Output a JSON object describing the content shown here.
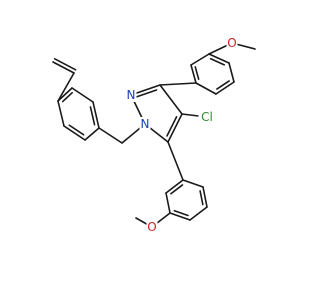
{
  "molecule": {
    "atoms": [
      {
        "id": "n1",
        "element": "N",
        "label": "N",
        "color": "#1f3fbf"
      },
      {
        "id": "n2",
        "element": "N",
        "label": "N",
        "color": "#1f3fbf"
      },
      {
        "id": "c3",
        "element": "C",
        "label": ""
      },
      {
        "id": "c4",
        "element": "C",
        "label": ""
      },
      {
        "id": "c5",
        "element": "C",
        "label": ""
      },
      {
        "id": "cl",
        "element": "Cl",
        "label": "Cl",
        "color": "#2e8b2e"
      },
      {
        "id": "ch2",
        "element": "C",
        "label": ""
      },
      {
        "id": "a1",
        "element": "C",
        "label": ""
      },
      {
        "id": "a2",
        "element": "C",
        "label": ""
      },
      {
        "id": "a3",
        "element": "C",
        "label": ""
      },
      {
        "id": "a4",
        "element": "C",
        "label": ""
      },
      {
        "id": "a5",
        "element": "C",
        "label": ""
      },
      {
        "id": "a6",
        "element": "C",
        "label": ""
      },
      {
        "id": "v1",
        "element": "C",
        "label": ""
      },
      {
        "id": "v2",
        "element": "C",
        "label": ""
      },
      {
        "id": "b1",
        "element": "C",
        "label": ""
      },
      {
        "id": "b2",
        "element": "C",
        "label": ""
      },
      {
        "id": "b3",
        "element": "C",
        "label": ""
      },
      {
        "id": "b4",
        "element": "C",
        "label": ""
      },
      {
        "id": "b5",
        "element": "C",
        "label": ""
      },
      {
        "id": "b6",
        "element": "C",
        "label": ""
      },
      {
        "id": "o1",
        "element": "O",
        "label": "O",
        "color": "#cc1f1f"
      },
      {
        "id": "me1",
        "element": "C",
        "label": ""
      },
      {
        "id": "d1",
        "element": "C",
        "label": ""
      },
      {
        "id": "d2",
        "element": "C",
        "label": ""
      },
      {
        "id": "d3",
        "element": "C",
        "label": ""
      },
      {
        "id": "d4",
        "element": "C",
        "label": ""
      },
      {
        "id": "d5",
        "element": "C",
        "label": ""
      },
      {
        "id": "d6",
        "element": "C",
        "label": ""
      },
      {
        "id": "o2",
        "element": "O",
        "label": "O",
        "color": "#cc1f1f"
      },
      {
        "id": "me2",
        "element": "C",
        "label": ""
      }
    ],
    "bonds": [
      {
        "from": "n1",
        "to": "n2",
        "order": 1
      },
      {
        "from": "n2",
        "to": "c3",
        "order": 2
      },
      {
        "from": "c3",
        "to": "c4",
        "order": 1
      },
      {
        "from": "c4",
        "to": "c5",
        "order": 2
      },
      {
        "from": "c5",
        "to": "n1",
        "order": 1
      },
      {
        "from": "c4",
        "to": "cl",
        "order": 1
      },
      {
        "from": "n1",
        "to": "ch2",
        "order": 1
      },
      {
        "from": "ch2",
        "to": "a1",
        "order": 1
      },
      {
        "from": "a1",
        "to": "a2",
        "order": 2
      },
      {
        "from": "a2",
        "to": "a3",
        "order": 1
      },
      {
        "from": "a3",
        "to": "a4",
        "order": 2
      },
      {
        "from": "a4",
        "to": "a5",
        "order": 1
      },
      {
        "from": "a5",
        "to": "a6",
        "order": 2
      },
      {
        "from": "a6",
        "to": "a1",
        "order": 1
      },
      {
        "from": "a4",
        "to": "v1",
        "order": 1
      },
      {
        "from": "v1",
        "to": "v2",
        "order": 2
      },
      {
        "from": "c3",
        "to": "b1",
        "order": 1
      },
      {
        "from": "b1",
        "to": "b2",
        "order": 2
      },
      {
        "from": "b2",
        "to": "b3",
        "order": 1
      },
      {
        "from": "b3",
        "to": "b4",
        "order": 2
      },
      {
        "from": "b4",
        "to": "b5",
        "order": 1
      },
      {
        "from": "b5",
        "to": "b6",
        "order": 2
      },
      {
        "from": "b6",
        "to": "b1",
        "order": 1
      },
      {
        "from": "b3",
        "to": "o1",
        "order": 1
      },
      {
        "from": "o1",
        "to": "me1",
        "order": 1
      },
      {
        "from": "c5",
        "to": "d1",
        "order": 1
      },
      {
        "from": "d1",
        "to": "d2",
        "order": 2
      },
      {
        "from": "d2",
        "to": "d3",
        "order": 1
      },
      {
        "from": "d3",
        "to": "d4",
        "order": 2
      },
      {
        "from": "d4",
        "to": "d5",
        "order": 1
      },
      {
        "from": "d5",
        "to": "d6",
        "order": 2
      },
      {
        "from": "d6",
        "to": "d1",
        "order": 1
      },
      {
        "from": "d3",
        "to": "o2",
        "order": 1
      },
      {
        "from": "o2",
        "to": "me2",
        "order": 1
      }
    ]
  }
}
